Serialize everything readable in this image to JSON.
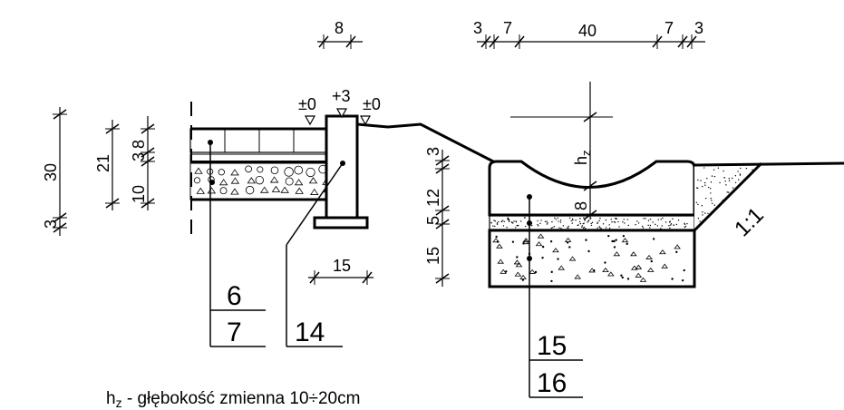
{
  "dimensions": {
    "width_8": "8",
    "width_3a": "3",
    "width_7a": "7",
    "width_40": "40",
    "width_7b": "7",
    "width_3b": "3",
    "width_15": "15",
    "left_30": "30",
    "left_3": "3",
    "left_21": "21",
    "left_10": "10",
    "left_3b": "3",
    "left_8": "8",
    "mid_3": "3",
    "mid_12": "12",
    "mid_5": "5",
    "mid_15": "15",
    "hz_letter": "h",
    "hz_sub": "z",
    "bowl_8": "8"
  },
  "levels": {
    "left": "±0",
    "curb": "+3",
    "right": "±0"
  },
  "slope": "1:1",
  "callouts": {
    "c6": "6",
    "c7": "7",
    "c14": "14",
    "c15": "15",
    "c16": "16"
  },
  "note": {
    "h": "h",
    "z": "z",
    "text": " - głębokość zmienna 10÷20cm"
  }
}
